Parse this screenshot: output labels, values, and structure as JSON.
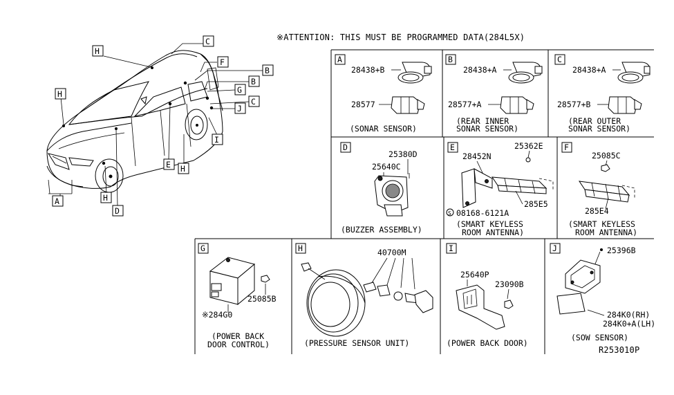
{
  "header": {
    "attention": "※ATTENTION: THIS MUST BE PROGRAMMED DATA(284L5X)"
  },
  "vehicle_callouts": [
    "H",
    "C",
    "F",
    "B",
    "B",
    "G",
    "C",
    "J",
    "I",
    "E",
    "H",
    "H",
    "D",
    "H",
    "A"
  ],
  "panels": {
    "A": {
      "letter": "A",
      "parts": [
        "28438+B",
        "28577"
      ],
      "caption": [
        "(SONAR SENSOR)"
      ]
    },
    "B": {
      "letter": "B",
      "parts": [
        "28438+A",
        "28577+A"
      ],
      "caption": [
        "(REAR INNER",
        "SONAR SENSOR)"
      ]
    },
    "C": {
      "letter": "C",
      "parts": [
        "28438+A",
        "28577+B"
      ],
      "caption": [
        "(REAR OUTER",
        "SONAR SENSOR)"
      ]
    },
    "D": {
      "letter": "D",
      "parts": [
        "25380D",
        "25640C"
      ],
      "caption": [
        "(BUZZER ASSEMBLY)"
      ]
    },
    "E": {
      "letter": "E",
      "parts": [
        "28452N",
        "25362E",
        "285E5",
        "08168-6121A"
      ],
      "caption": [
        "(SMART KEYLESS",
        "ROOM ANTENNA)"
      ]
    },
    "F": {
      "letter": "F",
      "parts": [
        "25085C",
        "285E4"
      ],
      "caption": [
        "(SMART KEYLESS",
        "ROOM ANTENNA)"
      ]
    },
    "G": {
      "letter": "G",
      "parts": [
        "25085B",
        "※284G0"
      ],
      "caption": [
        "(POWER BACK",
        "DOOR CONTROL)"
      ]
    },
    "H": {
      "letter": "H",
      "parts": [
        "40700M"
      ],
      "caption": [
        "(PRESSURE SENSOR UNIT)"
      ]
    },
    "I": {
      "letter": "I",
      "parts": [
        "25640P",
        "23090B"
      ],
      "caption": [
        "(POWER BACK DOOR)"
      ]
    },
    "J": {
      "letter": "J",
      "parts": [
        "25396B",
        "284K0(RH)",
        "284K0+A(LH)"
      ],
      "caption": [
        "(SOW SENSOR)"
      ]
    }
  },
  "diagram_code": "R253010P"
}
